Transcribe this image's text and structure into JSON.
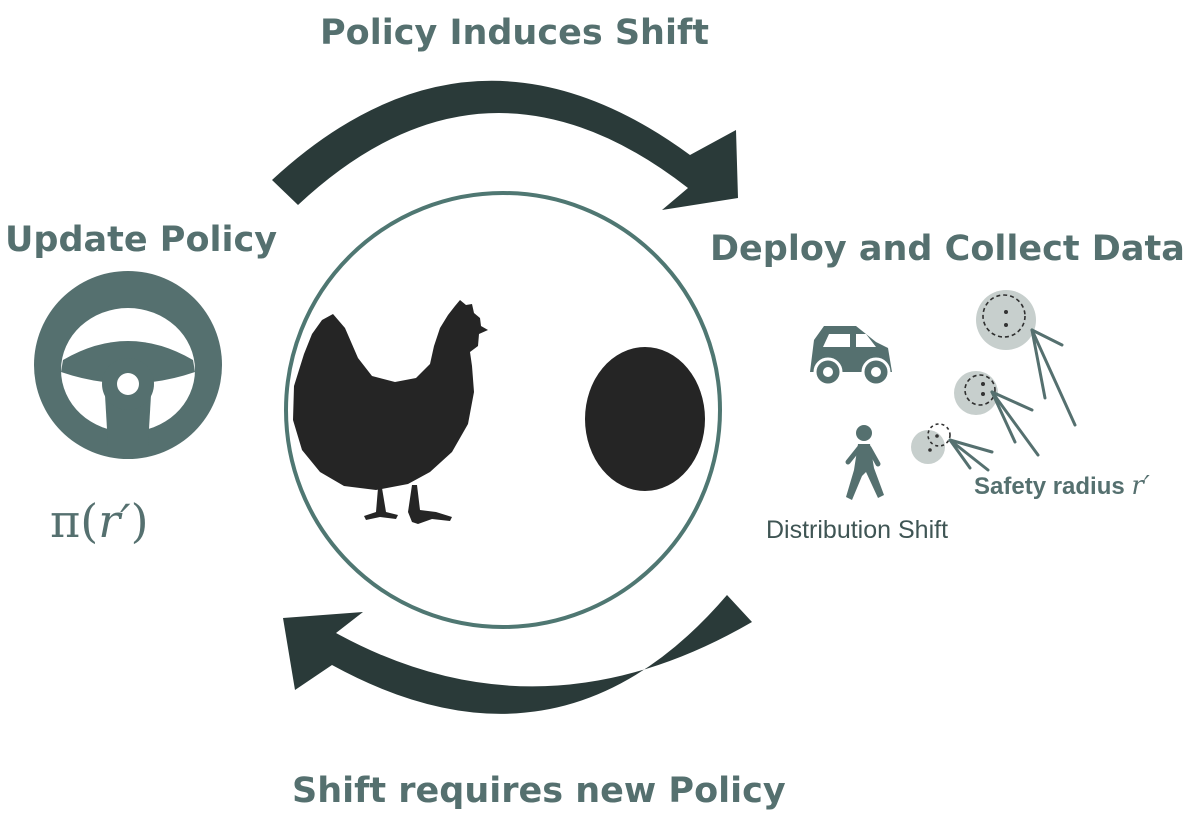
{
  "labels": {
    "top": "Policy Induces Shift",
    "left": "Update Policy",
    "right": "Deploy and Collect Data",
    "bottom": "Shift requires new Policy",
    "safety_radius": "Safety radius",
    "safety_symbol": "r′",
    "distribution_shift": "Distribution Shift"
  },
  "formula": {
    "pi": "π",
    "open": "(",
    "var": "r′",
    "close": ")"
  },
  "icons": [
    "clockwise-top-arrow-icon",
    "clockwise-bottom-arrow-icon",
    "steering-wheel-icon",
    "chicken-icon",
    "egg-icon",
    "car-icon",
    "pedestrian-icon",
    "safety-radius-circles-icon"
  ],
  "colors": {
    "arrow": "#2a3a39",
    "accent": "#55706f",
    "circle_outline": "#4f7772",
    "silhouette": "#252525",
    "bubble": "#c7cfcd"
  }
}
